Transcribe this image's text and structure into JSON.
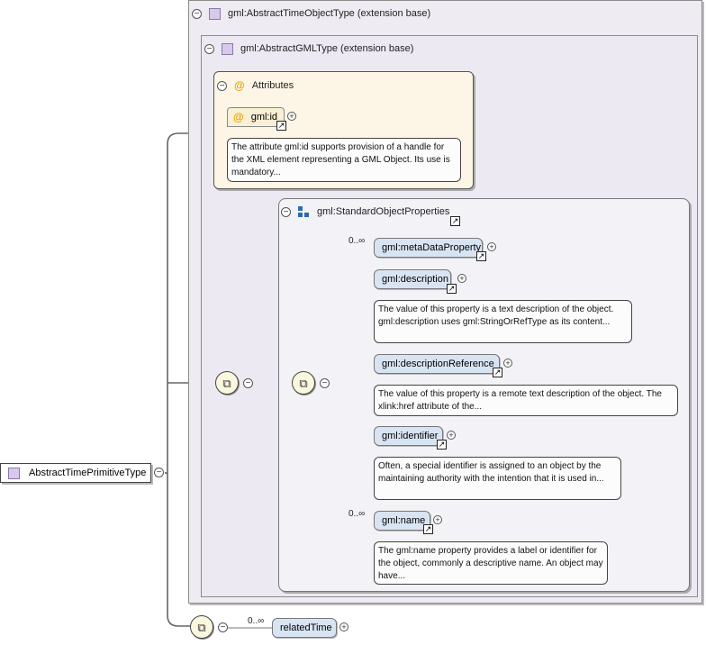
{
  "root": {
    "label": "AbstractTimePrimitiveType"
  },
  "extension_outer": {
    "label": "gml:AbstractTimeObjectType (extension base)"
  },
  "extension_inner": {
    "label": "gml:AbstractGMLType (extension base)"
  },
  "attributes": {
    "title": "Attributes",
    "items": [
      {
        "name": "gml:id",
        "note": "The attribute gml:id supports provision of a handle for the XML element representing a GML Object. Its use is mandatory..."
      }
    ]
  },
  "group": {
    "label": "gml:StandardObjectProperties",
    "elements": [
      {
        "name": "gml:metaDataProperty",
        "cardinality": "0..∞",
        "note": ""
      },
      {
        "name": "gml:description",
        "cardinality": "",
        "note": "The value of this property is a text description of the object. gml:description uses gml:StringOrRefType as its content..."
      },
      {
        "name": "gml:descriptionReference",
        "cardinality": "",
        "note": "The value of this property is a remote text description of the object. The xlink:href attribute of the..."
      },
      {
        "name": "gml:identifier",
        "cardinality": "",
        "note": "Often, a special identifier is assigned to an object by the maintaining authority with the intention that it is used in..."
      },
      {
        "name": "gml:name",
        "cardinality": "0..∞",
        "note": "The gml:name property provides a label or identifier for the object, commonly a descriptive name. An object may have..."
      }
    ]
  },
  "related": {
    "name": "relatedTime",
    "cardinality": "0..∞"
  },
  "icons": {
    "collapse": "collapse-icon",
    "expand": "expand-icon",
    "complex_type": "complex-type-icon",
    "attribute": "attribute-icon",
    "link": "link-icon",
    "sequence": "sequence-icon"
  },
  "glyphs": {
    "minus": "−",
    "plus": "+",
    "at": "@",
    "arrow": "↗",
    "sequence": "⧉"
  },
  "colors": {
    "outer_background": "#eeebf3",
    "attribute_background": "#fdf6e6",
    "element_fill": "#d9e4f3",
    "compositor_fill": "#fbf7df",
    "attribute_marker": "#e8a000",
    "group_icon": "#2a6bb0"
  }
}
